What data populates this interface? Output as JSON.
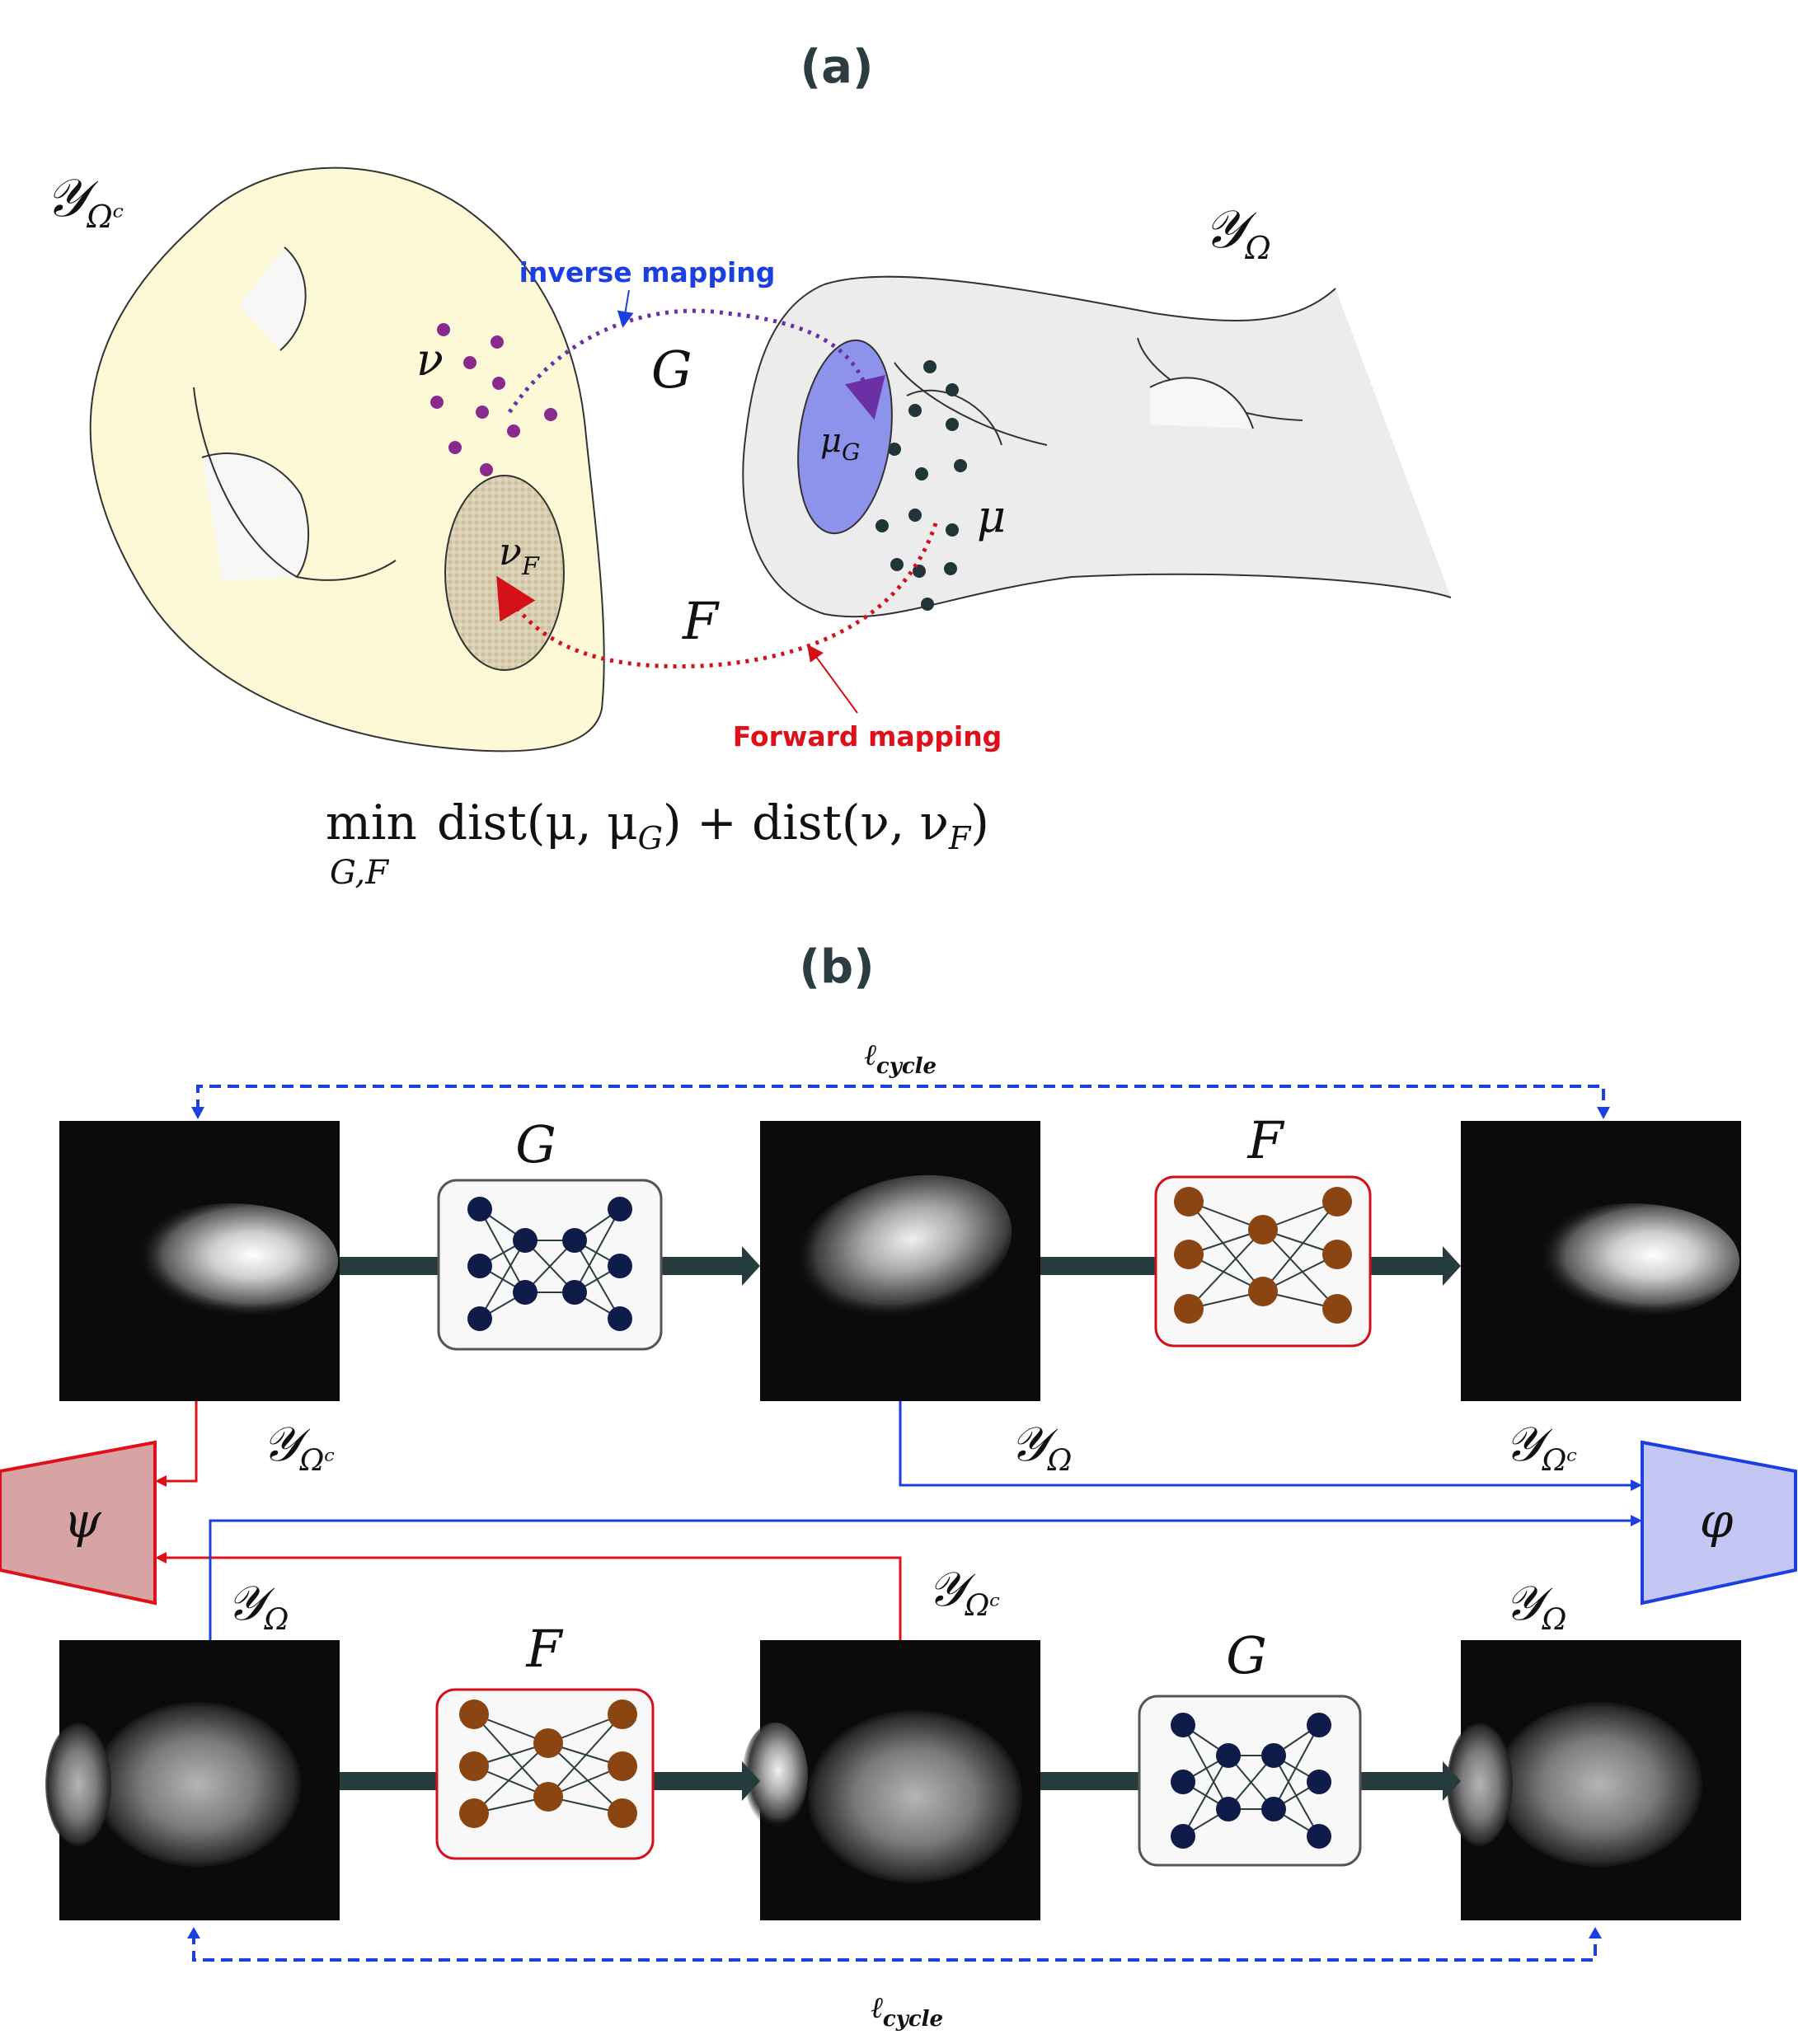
{
  "panel_a": {
    "title": "(a)",
    "space_left": "𝒴",
    "space_left_sub": "Ωᶜ",
    "space_right": "𝒴",
    "space_right_sub": "Ω",
    "nu": "ν",
    "nu_F": "ν",
    "nu_F_sub": "F",
    "mu": "μ",
    "mu_G": "μ",
    "mu_G_sub": "G",
    "G": "G",
    "F": "F",
    "inverse_label": "inverse mapping",
    "forward_label": "Forward mapping",
    "objective_min": "min",
    "objective_under": "G,F",
    "objective_expr": "dist(μ, μ",
    "objective_sub1": "G",
    "objective_mid": ") + dist(ν, ν",
    "objective_sub2": "F",
    "objective_end": ")",
    "colors": {
      "left_space": "#fdf9d6",
      "right_space": "#efefef",
      "nu_dots": "#8b2a8e",
      "mu_dots": "#1f3538",
      "mu_G_fill": "#8d92ea",
      "nu_F_fill": "#d9ceb1",
      "inverse_arrow": "#6b2fa6",
      "forward_arrow": "#d4101a",
      "inverse_text": "#1c3fe0",
      "forward_text": "#e0101a"
    }
  },
  "panel_b": {
    "title": "(b)",
    "cycle_top": "ℓ",
    "cycle_top_sub": "cycle",
    "cycle_bottom": "ℓ",
    "cycle_bottom_sub": "cycle",
    "top_G": "G",
    "top_F": "F",
    "bottom_F": "F",
    "bottom_G": "G",
    "psi": "ψ",
    "phi": "φ",
    "lbl_top_left": "𝒴",
    "lbl_top_left_sub": "Ωᶜ",
    "lbl_top_mid": "𝒴",
    "lbl_top_mid_sub": "Ω",
    "lbl_top_right": "𝒴",
    "lbl_top_right_sub": "Ωᶜ",
    "lbl_bottom_left": "𝒴",
    "lbl_bottom_left_sub": "Ω",
    "lbl_bottom_mid": "𝒴",
    "lbl_bottom_mid_sub": "Ωᶜ",
    "lbl_bottom_right": "𝒴",
    "lbl_bottom_right_sub": "Ω",
    "colors": {
      "G_nodes": "#0f1c4a",
      "F_nodes": "#8a4512",
      "G_border": "#555555",
      "F_border": "#d4101a",
      "psi_fill": "#d7a3a3",
      "psi_border": "#e0101a",
      "phi_fill": "#c4c7f4",
      "phi_border": "#1c3fe0",
      "cycle_arrow": "#1c3fe0",
      "flow_arrow": "#263b3d"
    }
  }
}
